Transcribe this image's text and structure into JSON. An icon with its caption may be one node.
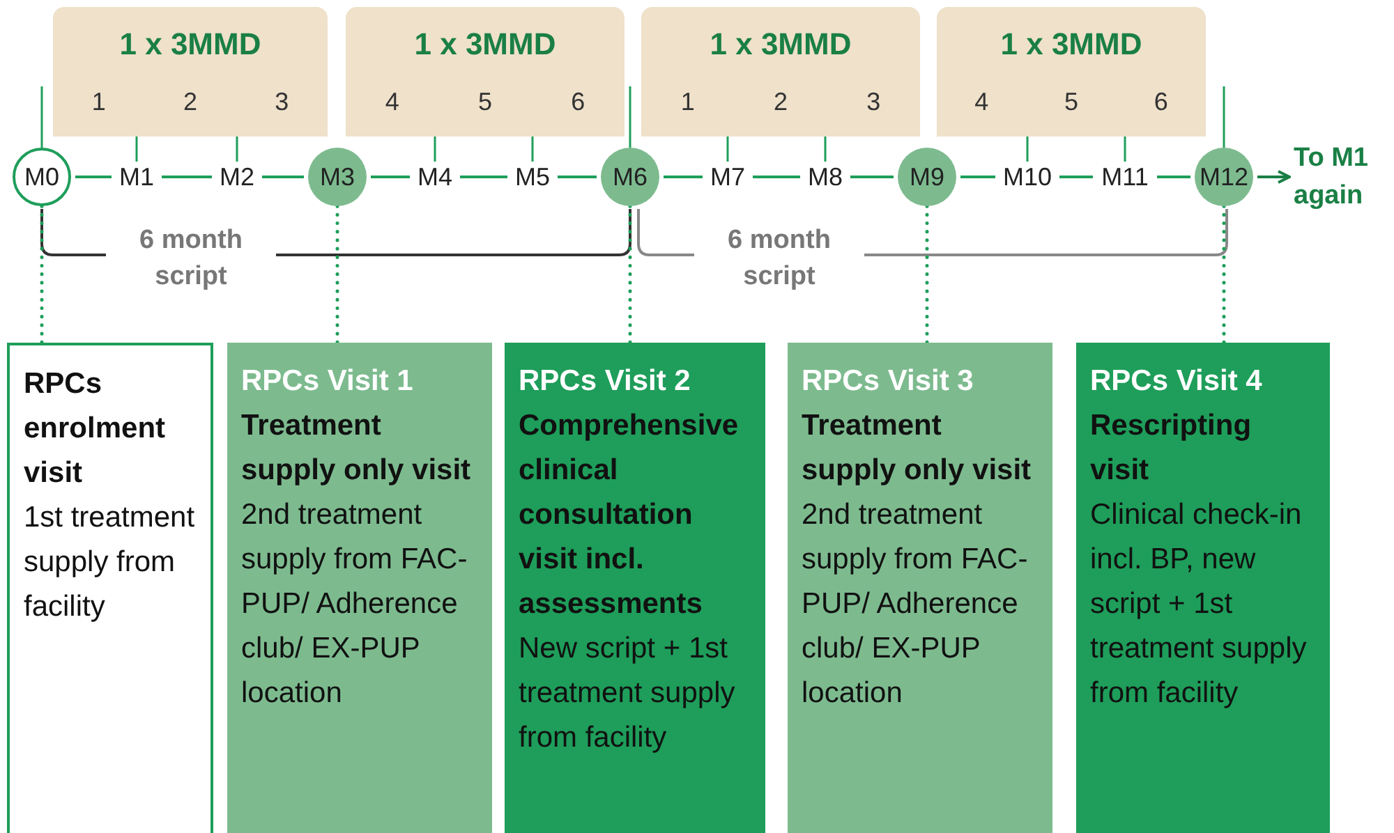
{
  "diagram": {
    "nodes": [
      {
        "text": [
          "1 x 3MMD",
          "1",
          "2",
          "3"
        ]
      },
      {
        "text": [
          "1 x 3MMD",
          "4",
          "5",
          "6"
        ]
      },
      {
        "text": [
          "1 x 3MMD",
          "1",
          "2",
          "3"
        ]
      },
      {
        "text": [
          "1 x 3MMD",
          "4",
          "5",
          "6"
        ]
      },
      {
        "text": [
          "M0"
        ]
      },
      {
        "text": [
          "M1"
        ]
      },
      {
        "text": [
          "M2"
        ]
      },
      {
        "text": [
          "M3"
        ]
      },
      {
        "text": [
          "M4"
        ]
      },
      {
        "text": [
          "M5"
        ]
      },
      {
        "text": [
          "M6"
        ]
      },
      {
        "text": [
          "M7"
        ]
      },
      {
        "text": [
          "M8"
        ]
      },
      {
        "text": [
          "M9"
        ]
      },
      {
        "text": [
          "M10"
        ]
      },
      {
        "text": [
          "M11"
        ]
      },
      {
        "text": [
          "M12"
        ]
      },
      {
        "text": [
          "To M1 again"
        ]
      },
      {
        "text": [
          "RPCs enrolment visit",
          "1st treatment supply from facility"
        ]
      },
      {
        "text": [
          "RPCs Visit 1",
          "Treatment supply only visit",
          "2nd treatment supply from FAC-PUP/ Adherence club/ EX-PUP location"
        ]
      },
      {
        "text": [
          "RPCs Visit 2",
          "Comprehensive clinical consultation visit incl. assessments",
          "New script + 1st treatment supply from facility"
        ]
      },
      {
        "text": [
          "RPCs Visit 3",
          "Treatment supply only visit",
          "2nd treatment supply from FAC-PUP/ Adherence club/ EX-PUP location"
        ]
      },
      {
        "text": [
          "RPCs Visit 4",
          "Rescripting visit",
          "Clinical check-in incl. BP, new script + 1st treatment supply from facility"
        ]
      }
    ],
    "edges": [
      {
        "from": 4,
        "to": 5,
        "arrow": "none"
      },
      {
        "from": 5,
        "to": 6,
        "arrow": "none"
      },
      {
        "from": 6,
        "to": 7,
        "arrow": "none"
      },
      {
        "from": 7,
        "to": 8,
        "arrow": "none"
      },
      {
        "from": 8,
        "to": 9,
        "arrow": "none"
      },
      {
        "from": 9,
        "to": 10,
        "arrow": "none"
      },
      {
        "from": 10,
        "to": 11,
        "arrow": "none"
      },
      {
        "from": 11,
        "to": 12,
        "arrow": "none"
      },
      {
        "from": 12,
        "to": 13,
        "arrow": "none"
      },
      {
        "from": 13,
        "to": 14,
        "arrow": "none"
      },
      {
        "from": 14,
        "to": 15,
        "arrow": "none"
      },
      {
        "from": 15,
        "to": 16,
        "arrow": "none"
      },
      {
        "from": 16,
        "to": 17,
        "arrow": "to"
      },
      {
        "from": 4,
        "to": 18,
        "arrow": "none",
        "style": "dashed"
      },
      {
        "from": 7,
        "to": 19,
        "arrow": "none",
        "style": "dashed"
      },
      {
        "from": 10,
        "to": 20,
        "arrow": "none",
        "style": "dashed"
      },
      {
        "from": 13,
        "to": 21,
        "arrow": "none",
        "style": "dashed"
      },
      {
        "from": 16,
        "to": 22,
        "arrow": "none",
        "style": "dashed"
      }
    ],
    "labels": [
      "6 month script",
      "6 month script"
    ]
  }
}
